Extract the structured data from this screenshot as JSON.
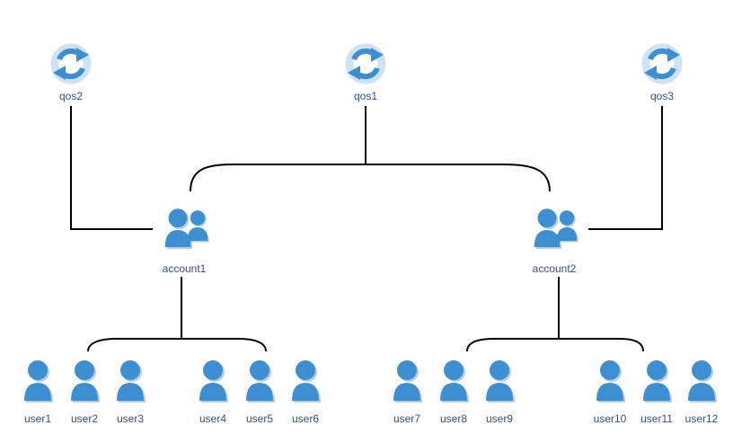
{
  "colors": {
    "icon": "#3d8fd1",
    "icon_shadow": "#2a6ea8",
    "label": "#2f4f8f",
    "line": "#000000"
  },
  "qos": [
    {
      "id": "qos2",
      "label": "qos2",
      "icon": "refresh-icon"
    },
    {
      "id": "qos1",
      "label": "qos1",
      "icon": "refresh-icon"
    },
    {
      "id": "qos3",
      "label": "qos3",
      "icon": "refresh-icon"
    }
  ],
  "accounts": [
    {
      "id": "account1",
      "label": "account1",
      "icon": "users-group-icon",
      "users": [
        "user1",
        "user2",
        "user3",
        "user4",
        "user5",
        "user6"
      ]
    },
    {
      "id": "account2",
      "label": "account2",
      "icon": "users-group-icon",
      "users": [
        "user7",
        "user8",
        "user9",
        "user10",
        "user11",
        "user12"
      ]
    }
  ]
}
